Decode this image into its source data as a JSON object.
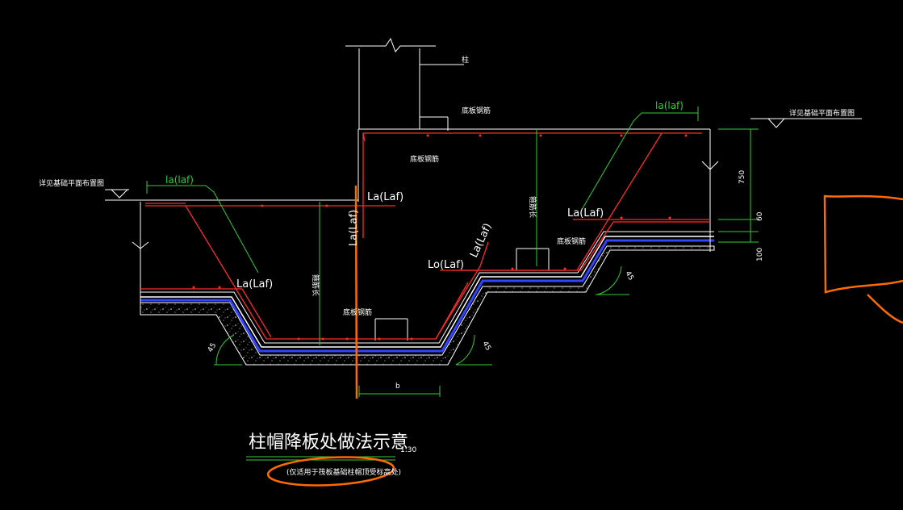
{
  "drawing": {
    "title": "柱帽降板处做法示意",
    "scale": "1:30",
    "note": "(仅适用于筏板基础柱帽顶受标高处)"
  },
  "labels": {
    "column": "柱",
    "bottom_rebar_1": "底板钢筋",
    "bottom_rebar_2": "底板钢筋",
    "bottom_rebar_3": "底板钢筋",
    "bottom_rebar_4": "底板钢筋",
    "ref_left": "详见基础平面布置图",
    "ref_right": "详见基础平面布置图",
    "la_laf_center": "La(Laf)",
    "la_laf_center_vertical": "La(Laf)",
    "la_laf_left": "La(Laf)",
    "la_laf_right": "La(Laf)",
    "la_laf_diag": "La(Laf)",
    "lo_laf": "Lo(Laf)",
    "la_laf_green_left": "la(laf)",
    "la_laf_green_right": "la(laf)",
    "stirrup_left": "箍筋长",
    "stirrup_center": "箍筋长",
    "dim_b": "b",
    "dim_750": "750",
    "dim_60": "60",
    "dim_100": "100",
    "angle_left": "45",
    "angle_mid": "45",
    "angle_right": "45"
  },
  "colors": {
    "background": "#000000",
    "lines": "#ffffff",
    "rebar": "#ff2a2a",
    "dimension": "#33cc33",
    "waterproof": "#3344ff",
    "markup": "#ff6a00"
  }
}
